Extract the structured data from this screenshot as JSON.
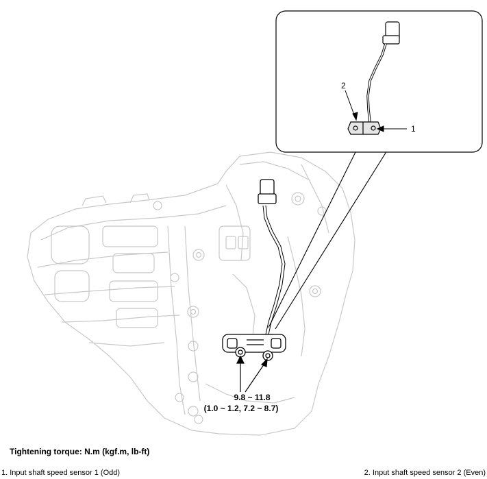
{
  "callouts": {
    "sensor_1": "1",
    "sensor_2": "2"
  },
  "torque_spec": {
    "metric": "9.8 ~ 11.8",
    "converted": "(1.0 ~ 1.2, 7.2 ~ 8.7)"
  },
  "torque_heading": "Tightening torque: N.m (kgf.m, lb-ft)",
  "legend": [
    "1. Input shaft speed sensor 1 (Odd)",
    "2. Input shaft speed sensor 2 (Even)"
  ],
  "colors": {
    "outline": "#000000",
    "faint_outline": "#c8c8c8",
    "mid_outline": "#777777"
  }
}
